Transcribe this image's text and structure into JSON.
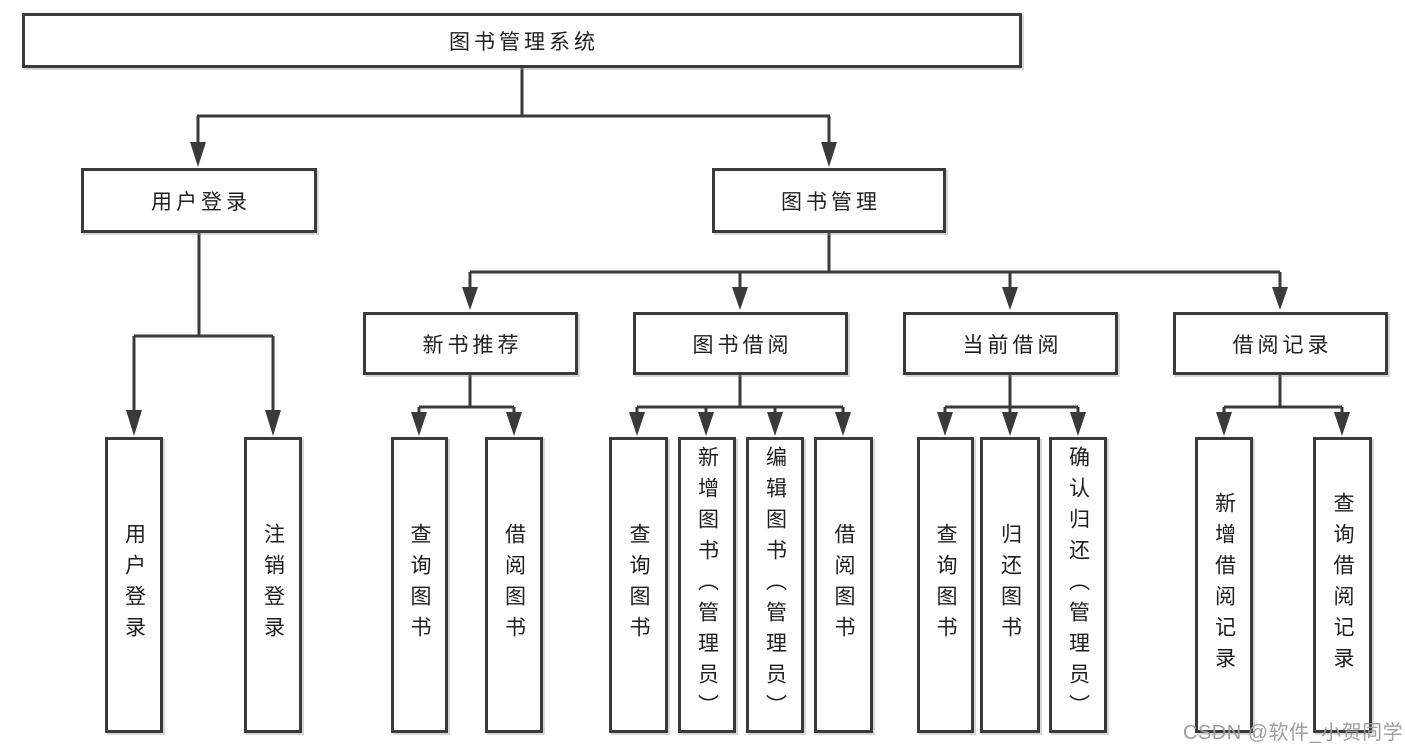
{
  "colors": {
    "line": "#3a3a3a",
    "text": "#1f1f1f",
    "box_bg": "#ffffff",
    "page_bg": "#ffffff",
    "watermark": "#9e9e9e"
  },
  "diagram": {
    "root": {
      "label": "图书管理系统"
    },
    "level2": [
      {
        "label": "用户登录"
      },
      {
        "label": "图书管理"
      }
    ],
    "level3": [
      {
        "label": "新书推荐",
        "parent": "图书管理"
      },
      {
        "label": "图书借阅",
        "parent": "图书管理"
      },
      {
        "label": "当前借阅",
        "parent": "图书管理"
      },
      {
        "label": "借阅记录",
        "parent": "图书管理"
      }
    ],
    "leaves": [
      {
        "label": "用户登录",
        "parent": "用户登录"
      },
      {
        "label": "注销登录",
        "parent": "用户登录"
      },
      {
        "label": "查询图书",
        "parent": "新书推荐"
      },
      {
        "label": "借阅图书",
        "parent": "新书推荐"
      },
      {
        "label": "查询图书",
        "parent": "图书借阅"
      },
      {
        "label": "新增图书（管理员）",
        "parent": "图书借阅"
      },
      {
        "label": "编辑图书（管理员）",
        "parent": "图书借阅"
      },
      {
        "label": "借阅图书",
        "parent": "图书借阅"
      },
      {
        "label": "查询图书",
        "parent": "当前借阅"
      },
      {
        "label": "归还图书",
        "parent": "当前借阅"
      },
      {
        "label": "确认归还（管理员）",
        "parent": "当前借阅"
      },
      {
        "label": "新增借阅记录",
        "parent": "借阅记录"
      },
      {
        "label": "查询借阅记录",
        "parent": "借阅记录"
      }
    ]
  },
  "watermark": {
    "text": "CSDN @软件_小贺同学"
  }
}
